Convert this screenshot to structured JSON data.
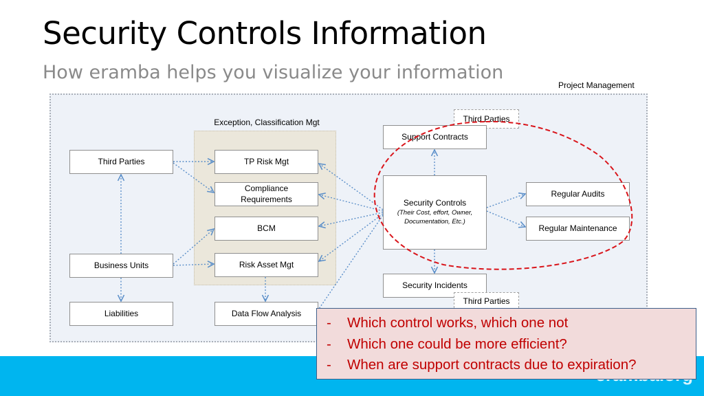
{
  "header": {
    "title": "Security Controls Information",
    "subtitle": "How eramba helps you visualize your information"
  },
  "diagram": {
    "project_management_label": "Project Management",
    "group_label": "Exception, Classification Mgt",
    "nodes": {
      "third_parties": "Third Parties",
      "business_units": "Business Units",
      "liabilities": "Liabilities",
      "tp_risk_mgt": "TP Risk Mgt",
      "compliance_requirements": "Compliance Requirements",
      "bcm": "BCM",
      "risk_asset_mgt": "Risk Asset Mgt",
      "data_flow_analysis": "Data Flow Analysis",
      "support_contracts": "Support Contracts",
      "security_controls": "Security Controls",
      "security_controls_detail": "(Their Cost, effort, Owner, Documentation, Etc.)",
      "security_incidents": "Security Incidents",
      "regular_audits": "Regular Audits",
      "regular_maintenance": "Regular Maintenance",
      "third_parties_top": "Third Parties",
      "third_parties_bottom": "Third Parties"
    },
    "colors": {
      "arrow": "#5b8fc9",
      "highlight": "#d9141a",
      "footer": "#00b5ef"
    }
  },
  "callout": {
    "items": [
      "Which control works, which one not",
      "Which one could be more efficient?",
      "When are support contracts due to expiration?"
    ]
  },
  "footer": {
    "logo": "eramba.org"
  }
}
